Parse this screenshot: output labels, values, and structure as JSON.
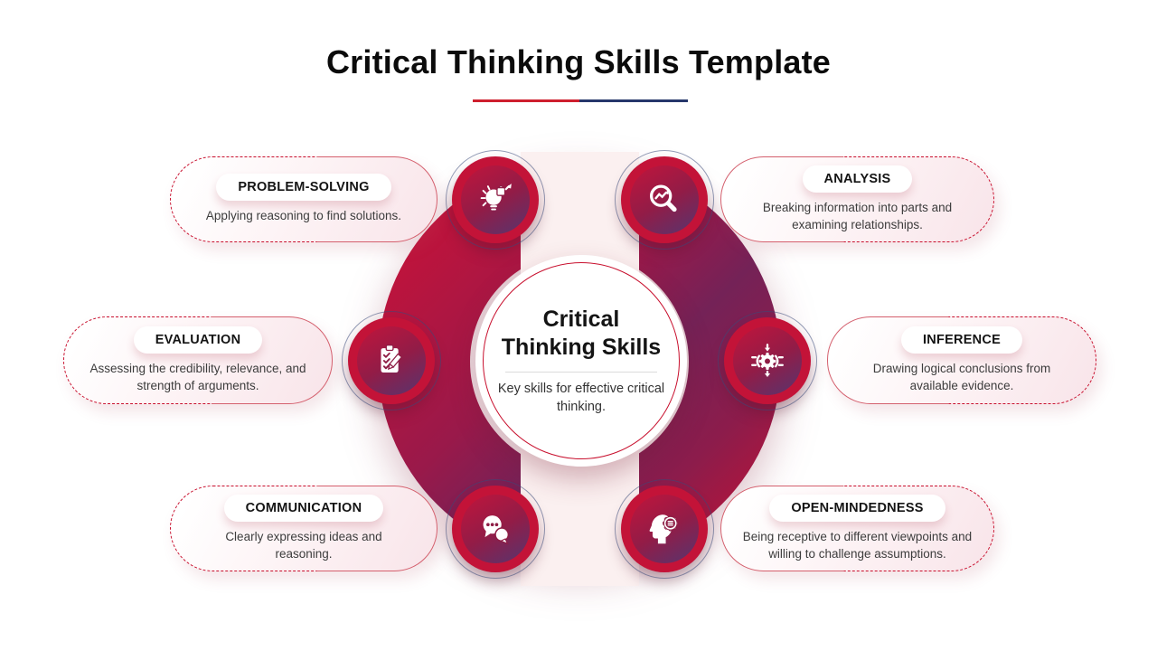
{
  "slide": {
    "title": "Critical Thinking Skills Template",
    "accent_colors": {
      "red": "#c8102e",
      "navy": "#26376b",
      "ring_crimson": "#c3133a",
      "ring_plum": "#6f2355",
      "band_pink": "#fbf0f0"
    }
  },
  "center": {
    "title": "Critical Thinking Skills",
    "subtitle": "Key skills for effective critical thinking."
  },
  "skills": [
    {
      "label": "PROBLEM-SOLVING",
      "description": "Applying reasoning to find solutions.",
      "icon": "lightbulb-puzzle-icon",
      "position": "top-left"
    },
    {
      "label": "ANALYSIS",
      "description": "Breaking information into parts and examining relationships.",
      "icon": "magnifier-trend-icon",
      "position": "top-right"
    },
    {
      "label": "EVALUATION",
      "description": "Assessing the credibility, relevance, and strength of arguments.",
      "icon": "clipboard-checklist-pencil-icon",
      "position": "middle-left"
    },
    {
      "label": "INFERENCE",
      "description": "Drawing logical conclusions from available evidence.",
      "icon": "gear-converging-arrows-icon",
      "position": "middle-right"
    },
    {
      "label": "COMMUNICATION",
      "description": "Clearly expressing ideas and reasoning.",
      "icon": "chat-bubbles-icon",
      "position": "bottom-left"
    },
    {
      "label": "OPEN-MINDEDNESS",
      "description": "Being receptive to different viewpoints and willing to challenge assumptions.",
      "icon": "head-gear-icon",
      "position": "bottom-right"
    }
  ]
}
